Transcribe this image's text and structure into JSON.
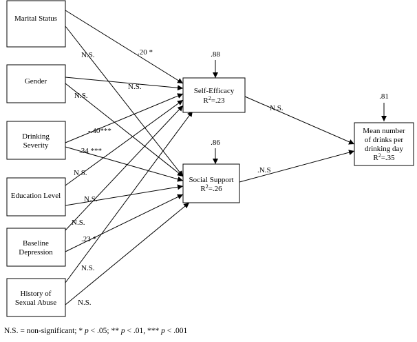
{
  "nodes": {
    "marital_status": "Marital Status",
    "gender": "Gender",
    "drinking_severity_1": "Drinking",
    "drinking_severity_2": "Severity",
    "education_level": "Education Level",
    "baseline_depression_1": "Baseline",
    "baseline_depression_2": "Depression",
    "history_sexual_abuse_1": "History of",
    "history_sexual_abuse_2": "Sexual Abuse",
    "self_efficacy_1": "Self-Efficacy",
    "self_efficacy_r2_prefix": "R",
    "self_efficacy_r2_sup": "2",
    "self_efficacy_r2_value": "=.23",
    "social_support_1": "Social Support",
    "social_support_r2_prefix": "R",
    "social_support_r2_sup": "2",
    "social_support_r2_value": "=.26",
    "outcome_1": "Mean number",
    "outcome_2": "of drinks per",
    "outcome_3": "drinking day",
    "outcome_r2_prefix": "R",
    "outcome_r2_sup": "2",
    "outcome_r2_value": "=.35"
  },
  "residuals": {
    "self_efficacy": ".88",
    "social_support": ".86",
    "outcome": ".81"
  },
  "paths": {
    "marital_to_se": ".20 *",
    "marital_to_ss": "N.S.",
    "gender_to_se": "N.S.",
    "gender_to_ss": "N.S.",
    "drinking_to_se": "-.40***",
    "drinking_to_ss": ".34 ***",
    "education_to_se": "N.S.",
    "education_to_ss": "N.S.",
    "depression_to_se": "N.S.",
    "depression_to_ss": ".23 *",
    "abuse_to_se": "N.S.",
    "abuse_to_ss": "N.S.",
    "se_to_outcome": "N.S.",
    "ss_to_outcome": ".N.S"
  },
  "footnote": {
    "ns": "N.S. = non-significant;  * ",
    "p1": "p",
    "t1": " < .05; ** ",
    "p2": "p",
    "t2": " < .01, *** ",
    "p3": "p",
    "t3": " < .001"
  }
}
